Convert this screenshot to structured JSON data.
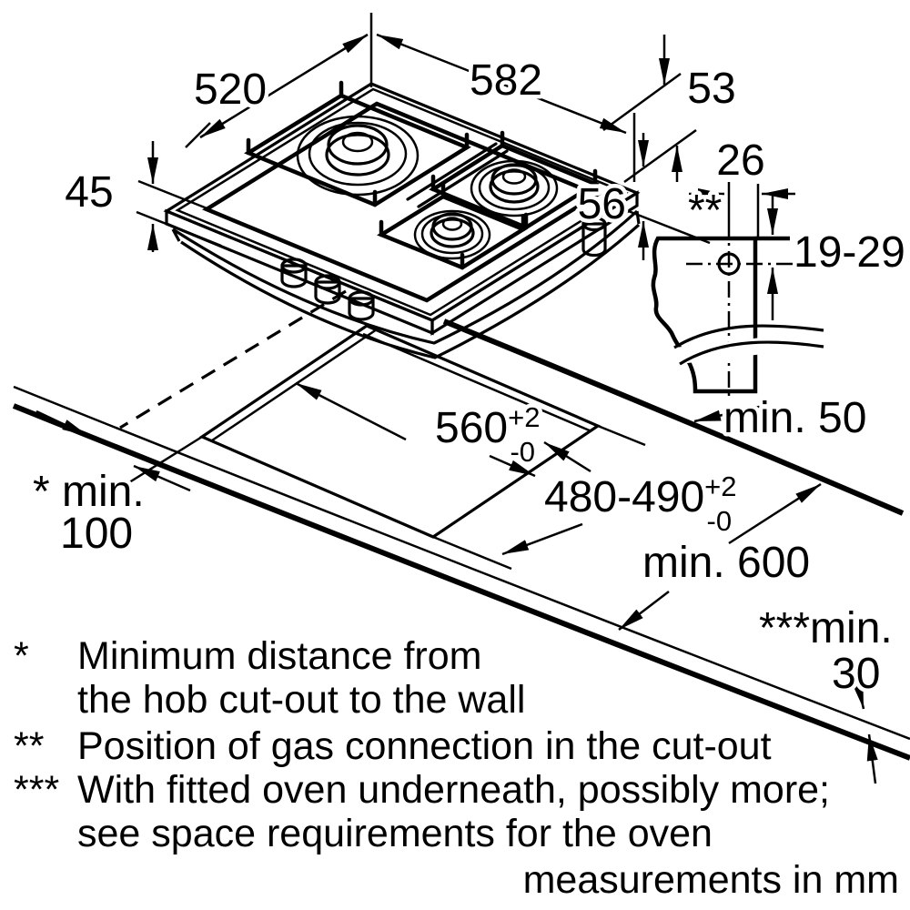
{
  "diagram": {
    "colors": {
      "line": "#000000",
      "burner_cap": "#c9c9c9",
      "background": "#ffffff"
    },
    "dims": {
      "hob_width": "520",
      "hob_depth": "582",
      "edge_53": "53",
      "built_in_depth_45": "45",
      "below_worktop_56": "56",
      "gas_ref_marker": "**",
      "gas_hole_offset": "26",
      "gas_hole_depth": "19-29",
      "clearance_back": "min. 50",
      "clearance_wall_label": "* min.",
      "clearance_wall_value": "100",
      "worktop_depth": "min. 600",
      "worktop_thickness_label": "***min.",
      "worktop_thickness_value": "30",
      "cutout_width": {
        "value": "560",
        "tol_plus": "+2",
        "tol_minus": "-0"
      },
      "cutout_depth": {
        "value": "480-490",
        "tol_plus": "+2",
        "tol_minus": "-0"
      }
    },
    "footnotes": [
      {
        "marker": "*",
        "lines": [
          "Minimum distance from",
          "the hob cut-out to the wall"
        ]
      },
      {
        "marker": "**",
        "lines": [
          "Position of gas connection in the cut-out"
        ]
      },
      {
        "marker": "***",
        "lines": [
          "With fitted oven underneath, possibly more;",
          "see space requirements for the oven"
        ]
      }
    ],
    "units_note": "measurements in mm"
  }
}
